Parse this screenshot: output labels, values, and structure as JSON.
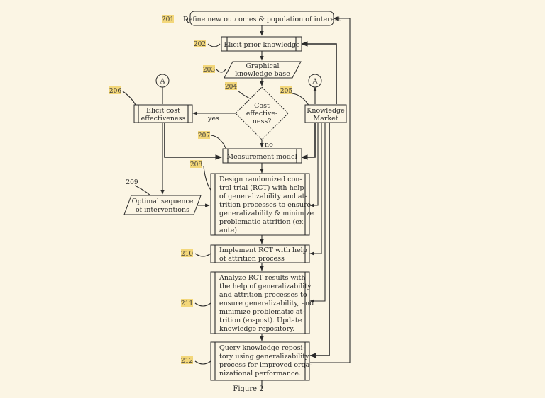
{
  "figure_caption": "Figure 2",
  "nodes": {
    "n201": {
      "ref": "201",
      "text": "Define new outcomes & population of interest"
    },
    "n202": {
      "ref": "202",
      "text": "Elicit prior knowledge"
    },
    "n203": {
      "ref": "203",
      "lines": [
        "Graphical",
        "knowledge base"
      ]
    },
    "n204": {
      "ref": "204",
      "lines": [
        "Cost",
        "effective-",
        "ness?"
      ]
    },
    "n205": {
      "ref": "205",
      "lines": [
        "Knowledge",
        "Market"
      ]
    },
    "n206": {
      "ref": "206",
      "lines": [
        "Elicit cost",
        "effectiveness"
      ]
    },
    "n207": {
      "ref": "207",
      "text": "Measurement model"
    },
    "n208": {
      "ref": "208",
      "lines": [
        "Design randomized con-",
        "trol trial (RCT) with help",
        "of generalizability and at-",
        "trition processes to ensure",
        "generalizability & minimize",
        "problematic attrition (ex-",
        "ante)"
      ]
    },
    "n209": {
      "ref": "209",
      "lines": [
        "Optimal sequence",
        "of interventions"
      ]
    },
    "n210": {
      "ref": "210",
      "lines": [
        "Implement RCT with help",
        "of attrition process"
      ]
    },
    "n211": {
      "ref": "211",
      "lines": [
        "Analyze RCT results with",
        "the help of generalizability",
        "and attrition processes to",
        "ensure generalizability, and",
        "minimize problematic at-",
        "trition (ex-post).  Update",
        "knowledge repository."
      ]
    },
    "n212": {
      "ref": "212",
      "lines": [
        "Query knowledge reposi-",
        "tory using generalizability",
        "process for improved orga-",
        "nizational performance."
      ]
    }
  },
  "connectors": {
    "left_A": "A",
    "right_A": "A"
  },
  "edge_labels": {
    "yes": "yes",
    "no": "no"
  }
}
